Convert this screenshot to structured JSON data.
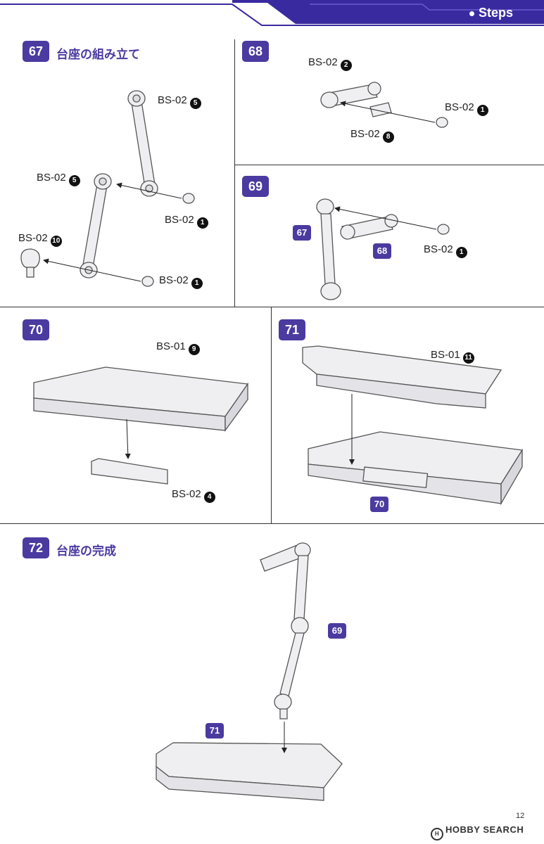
{
  "header": {
    "section_label": "Steps",
    "accent": "#3a2aa0"
  },
  "steps": {
    "s67": {
      "number": "67",
      "title": "台座の組み立て"
    },
    "s68": {
      "number": "68"
    },
    "s69": {
      "number": "69"
    },
    "s70": {
      "number": "70"
    },
    "s71": {
      "number": "71"
    },
    "s72": {
      "number": "72",
      "title": "台座の完成"
    }
  },
  "parts": {
    "p67a": {
      "code": "BS-02",
      "index": "5"
    },
    "p67b": {
      "code": "BS-02",
      "index": "5"
    },
    "p67c": {
      "code": "BS-02",
      "index": "1"
    },
    "p67d": {
      "code": "BS-02",
      "index": "10"
    },
    "p67e": {
      "code": "BS-02",
      "index": "1"
    },
    "p68a": {
      "code": "BS-02",
      "index": "2"
    },
    "p68b": {
      "code": "BS-02",
      "index": "1"
    },
    "p68c": {
      "code": "BS-02",
      "index": "8"
    },
    "p69a": {
      "code": "BS-02",
      "index": "1"
    },
    "p70a": {
      "code": "BS-01",
      "index": "9"
    },
    "p70b": {
      "code": "BS-02",
      "index": "4"
    },
    "p71a": {
      "code": "BS-01",
      "index": "11"
    }
  },
  "refs": {
    "r69_67": "67",
    "r69_68": "68",
    "r71_70": "70",
    "r72_69": "69",
    "r72_71": "71"
  },
  "footer": {
    "page_number": "12",
    "watermark": "HOBBY SEARCH"
  }
}
